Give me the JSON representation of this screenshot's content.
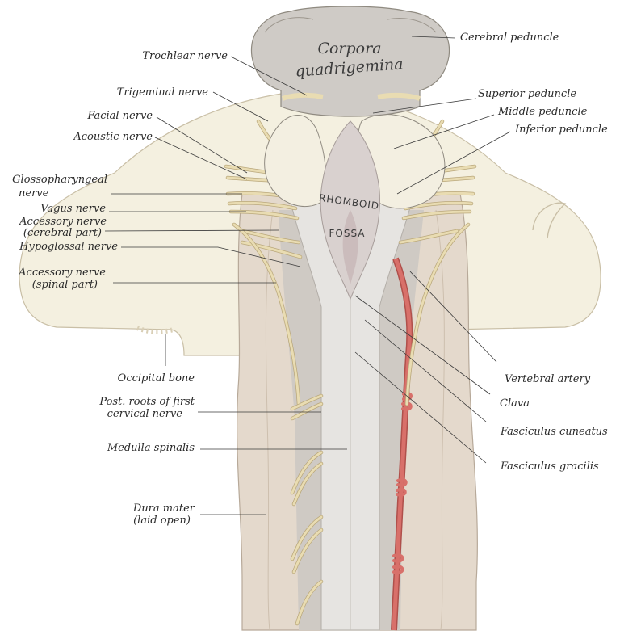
{
  "labels": {
    "left": {
      "trochlear": "Trochlear nerve",
      "trigeminal": "Trigeminal nerve",
      "facial": "Facial nerve",
      "acoustic": "Acoustic nerve",
      "glosso_1": "Glossopharyngeal",
      "glosso_2": "nerve",
      "vagus": "Vagus nerve",
      "accessory_cerebral_1": "Accessory nerve",
      "accessory_cerebral_2": "(cerebral part)",
      "hypoglossal": "Hypoglossal nerve",
      "accessory_spinal_1": "Accessory nerve",
      "accessory_spinal_2": "(spinal part)",
      "occipital": "Occipital bone",
      "post_roots_1": "Post. roots of first",
      "post_roots_2": "cervical nerve",
      "medulla": "Medulla spinalis",
      "dura_1": "Dura mater",
      "dura_2": "(laid open)"
    },
    "right": {
      "cerebral_peduncle": "Cerebral peduncle",
      "superior_peduncle": "Superior peduncle",
      "middle_peduncle": "Middle peduncle",
      "inferior_peduncle": "Inferior peduncle",
      "vertebral_artery": "Vertebral artery",
      "clava": "Clava",
      "fasciculus_cuneatus": "Fasciculus cuneatus",
      "fasciculus_gracilis": "Fasciculus gracilis"
    },
    "center": {
      "corpora_1": "Corpora",
      "corpora_2": "quadrigemina",
      "rhomboid": "RHOMBOID",
      "fossa": "FOSSA"
    }
  },
  "colors": {
    "dura": "#e4d9cc",
    "bone": "#f4f0e0",
    "cord": "#e6e4e1",
    "nerve": "#e9dcb2",
    "artery": "#d8706a",
    "midbrain": "#cfcbc6"
  }
}
